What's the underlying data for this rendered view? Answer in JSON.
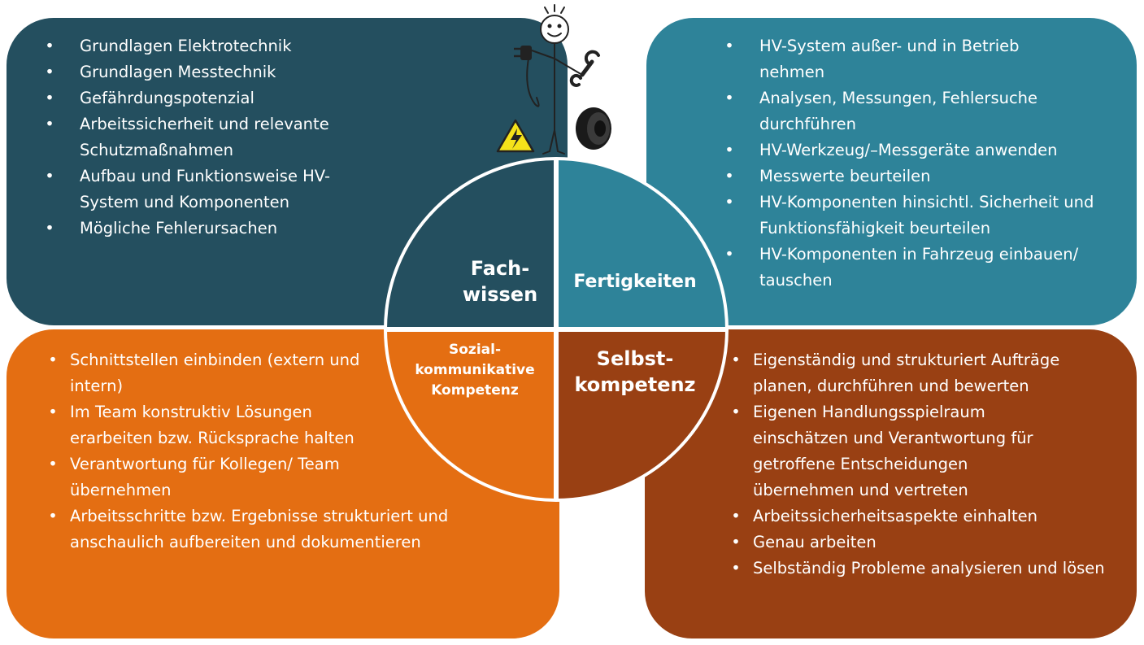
{
  "quadrants": {
    "fachwissen": {
      "label": "Fach-\nwissen",
      "color": "#244f5f",
      "items": [
        "Grundlagen Elektrotechnik",
        "Grundlagen Messtechnik",
        "Gefährdungspotenzial",
        "Arbeitssicherheit und relevante Schutzmaßnahmen",
        "Aufbau und Funktionsweise HV-System und Komponenten",
        "Mögliche Fehlerursachen"
      ]
    },
    "fertigkeiten": {
      "label": "Fertigkeiten",
      "color": "#2e8399",
      "items": [
        "HV-System außer- und in Betrieb nehmen",
        "Analysen, Messungen, Fehlersuche durchführen",
        "HV-Werkzeug/–Messgeräte anwenden",
        "Messwerte beurteilen",
        "HV-Komponenten hinsichtl. Sicherheit und Funktionsfähigkeit beurteilen",
        "HV-Komponenten in Fahrzeug einbauen/ tauschen"
      ]
    },
    "sozialkompetenz": {
      "label": "Sozial-\nkommunikative\nKompetenz",
      "color": "#e46e12",
      "items": [
        "Schnittstellen einbinden (extern und intern)",
        "Im Team konstruktiv Lösungen erarbeiten bzw. Rücksprache halten",
        "Verantwortung für Kollegen/ Team übernehmen",
        "Arbeitsschritte bzw. Ergebnisse strukturiert und anschaulich aufbereiten und dokumentieren"
      ]
    },
    "selbstkompetenz": {
      "label": "Selbst-\nkompetenz",
      "color": "#994013",
      "items": [
        "Eigenständig und strukturiert Aufträge planen, durchführen und bewerten",
        "Eigenen Handlungsspielraum einschätzen und Verantwortung für getroffene Entscheidungen übernehmen und vertreten",
        "Arbeitssicherheitsaspekte einhalten",
        "Genau arbeiten",
        "Selbständig Probleme analysieren und lösen"
      ]
    }
  },
  "icons": [
    "stick-figure-icon",
    "plug-icon",
    "wrench-icon",
    "high-voltage-warning-icon",
    "cable-roll-icon"
  ]
}
